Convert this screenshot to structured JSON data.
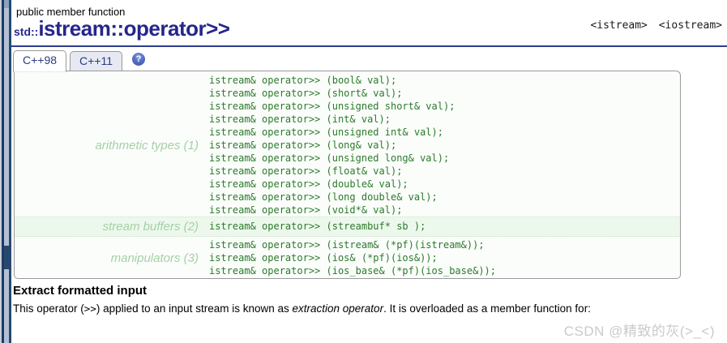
{
  "page": {
    "kicker": "public member function",
    "title": {
      "prefix": "std::",
      "main": "istream::operator>>"
    },
    "header_links": [
      {
        "label": "<istream>"
      },
      {
        "label": "<iostream>"
      }
    ]
  },
  "tabs": {
    "cpp98": "C++98",
    "cpp11": "C++11",
    "help_icon": "?"
  },
  "declarations": {
    "groups": [
      {
        "label": "arithmetic types (1)",
        "lines": [
          "istream& operator>> (bool& val);",
          "istream& operator>> (short& val);",
          "istream& operator>> (unsigned short& val);",
          "istream& operator>> (int& val);",
          "istream& operator>> (unsigned int& val);",
          "istream& operator>> (long& val);",
          "istream& operator>> (unsigned long& val);",
          "istream& operator>> (float& val);",
          "istream& operator>> (double& val);",
          "istream& operator>> (long double& val);",
          "istream& operator>> (void*& val);"
        ]
      },
      {
        "label": "stream buffers (2)",
        "lines": [
          "istream& operator>> (streambuf* sb );"
        ]
      },
      {
        "label": "manipulators (3)",
        "lines": [
          "istream& operator>> (istream& (*pf)(istream&));",
          "istream& operator>> (ios& (*pf)(ios&));",
          "istream& operator>> (ios_base& (*pf)(ios_base&));"
        ]
      }
    ]
  },
  "section": {
    "heading": "Extract formatted input",
    "paragraph": {
      "t1": "This operator (",
      "code": ">>",
      "t2": ") applied to an input stream is known as ",
      "em": "extraction operator",
      "t3": ". It is overloaded as a member function for:"
    }
  },
  "watermark": "CSDN @精致的灰(>_<)",
  "colors": {
    "title_navy": "#26268c",
    "rule_navy": "#2d3d8d",
    "tab_text": "#2b3b7d",
    "inactive_tab_bg": "#e6e9f1",
    "help_icon_blue": "#4a63ba",
    "code_green": "#2a7a2a",
    "label_green": "#a5d0a5",
    "row_alt_bg": "#edf8ed",
    "panel_bg": "#fbfdfb",
    "watermark_gray": "#cacaca"
  }
}
